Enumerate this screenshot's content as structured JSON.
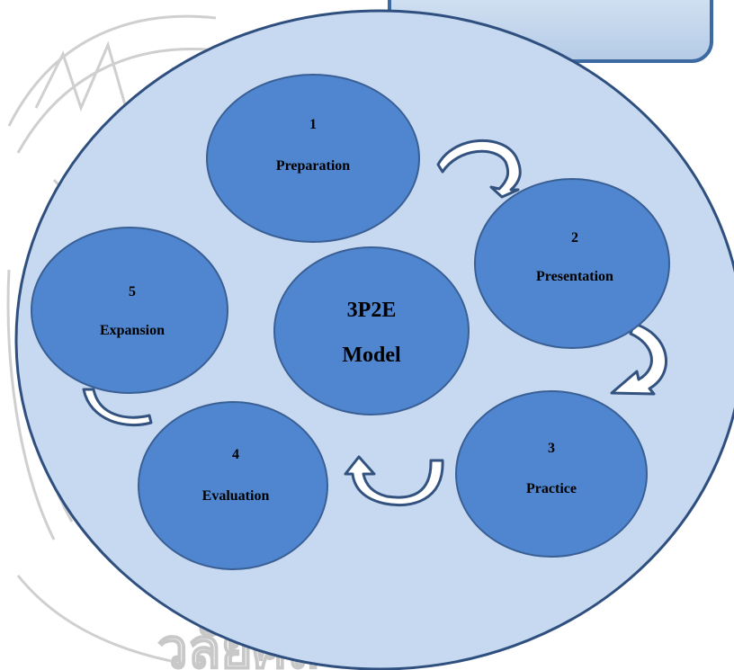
{
  "colors": {
    "big_circle_fill": "#c6d9f0",
    "big_circle_stroke": "#2f4f7f",
    "stage_fill": "#4f86cf",
    "stage_stroke": "#3a5f95",
    "arrow_fill": "#ffffff",
    "arrow_stroke": "#33527f",
    "top_box_fill": "#c6d9f0"
  },
  "center": {
    "line1": "3P2E",
    "line2": "Model"
  },
  "stages": [
    {
      "number": "1",
      "name": "Preparation"
    },
    {
      "number": "2",
      "name": "Presentation"
    },
    {
      "number": "3",
      "name": "Practice"
    },
    {
      "number": "4",
      "name": "Evaluation"
    },
    {
      "number": "5",
      "name": "Expansion"
    }
  ],
  "watermark": {
    "text": "วลัยศิล"
  }
}
